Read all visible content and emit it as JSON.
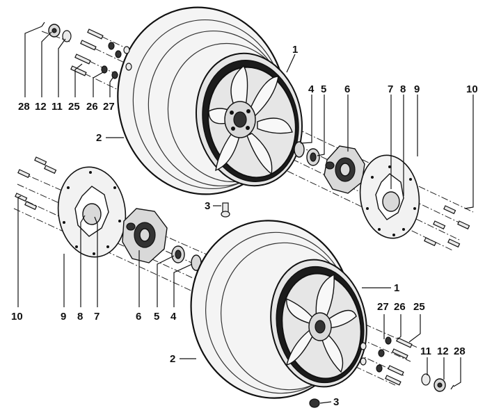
{
  "diagram": {
    "labels": {
      "top_left_28": "28",
      "top_left_12": "12",
      "top_left_11": "11",
      "top_left_25": "25",
      "top_left_26": "26",
      "top_left_27": "27",
      "top_1": "1",
      "top_2": "2",
      "top_3": "3",
      "top_4": "4",
      "top_5": "5",
      "top_6": "6",
      "top_7": "7",
      "top_8": "8",
      "top_9": "9",
      "top_10": "10",
      "bot_10": "10",
      "bot_9": "9",
      "bot_8": "8",
      "bot_7": "7",
      "bot_6": "6",
      "bot_5": "5",
      "bot_4": "4",
      "bot_1": "1",
      "bot_2": "2",
      "bot_3": "3",
      "bot_27": "27",
      "bot_26": "26",
      "bot_25": "25",
      "bot_11": "11",
      "bot_12": "12",
      "bot_28": "28"
    }
  }
}
